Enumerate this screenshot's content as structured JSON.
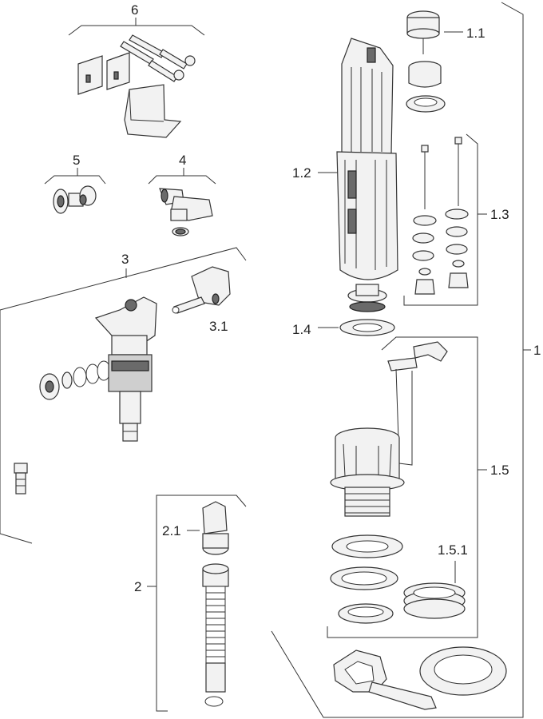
{
  "labels": {
    "part_6": "6",
    "part_5": "5",
    "part_4": "4",
    "part_3": "3",
    "part_3_1": "3.1",
    "part_2": "2",
    "part_2_1": "2.1",
    "part_1": "1",
    "part_1_1": "1.1",
    "part_1_2": "1.2",
    "part_1_3": "1.3",
    "part_1_4": "1.4",
    "part_1_5": "1.5",
    "part_1_5_1": "1.5.1"
  },
  "colors": {
    "line": "#333333",
    "fill_light": "#f2f2f2",
    "fill_dark": "#6a6a6a",
    "background": "#ffffff"
  }
}
